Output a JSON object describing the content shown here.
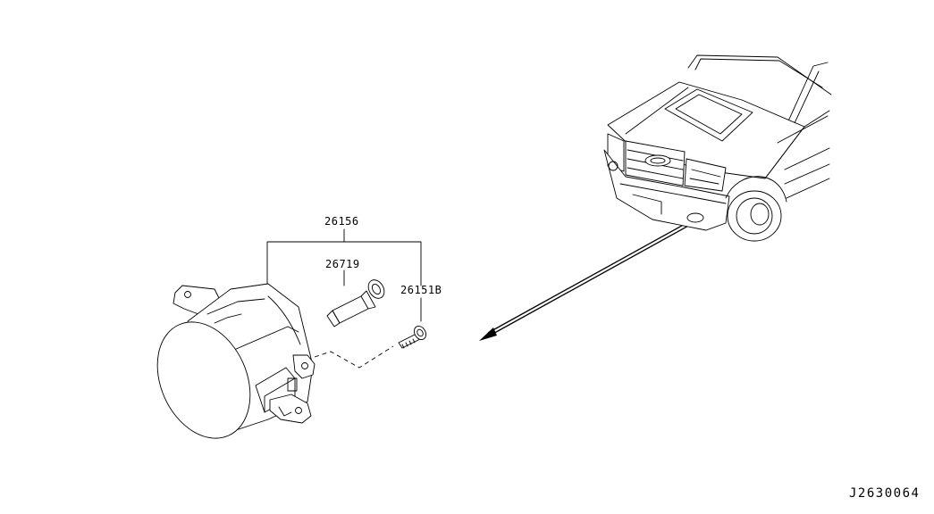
{
  "diagram": {
    "part_numbers": {
      "fog_lamp_assembly": "26156",
      "bulb": "26719",
      "screw": "26151B"
    },
    "diagram_id": "J2630064",
    "colors": {
      "line": "#000000",
      "background": "#ffffff"
    }
  }
}
